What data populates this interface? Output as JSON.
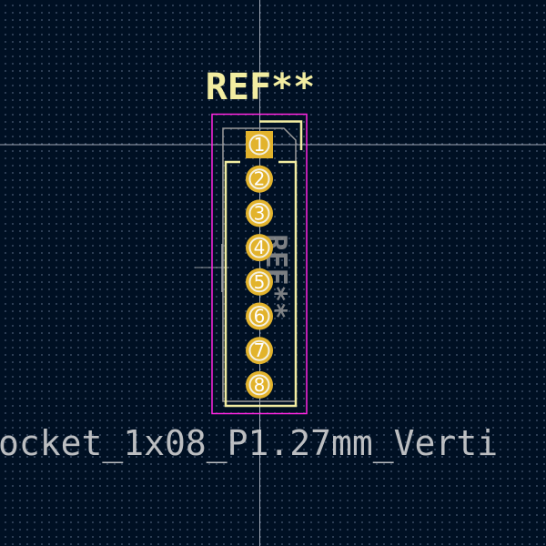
{
  "footprint": {
    "reference": "REF**",
    "value_text": "ocket_1x08_P1.27mm_Verti",
    "fab_reference": "REF**"
  },
  "pads": [
    {
      "number": "1",
      "shape": "square"
    },
    {
      "number": "2",
      "shape": "circle"
    },
    {
      "number": "3",
      "shape": "circle"
    },
    {
      "number": "4",
      "shape": "circle"
    },
    {
      "number": "5",
      "shape": "circle"
    },
    {
      "number": "6",
      "shape": "circle"
    },
    {
      "number": "7",
      "shape": "circle"
    },
    {
      "number": "8",
      "shape": "circle"
    }
  ],
  "colors": {
    "background": "#001023",
    "silkscreen": "#f2eda1",
    "courtyard": "#ff26e2",
    "fabrication": "#9a9a9a",
    "pad": "#e2b32c",
    "crosshair": "#d8dce8"
  }
}
